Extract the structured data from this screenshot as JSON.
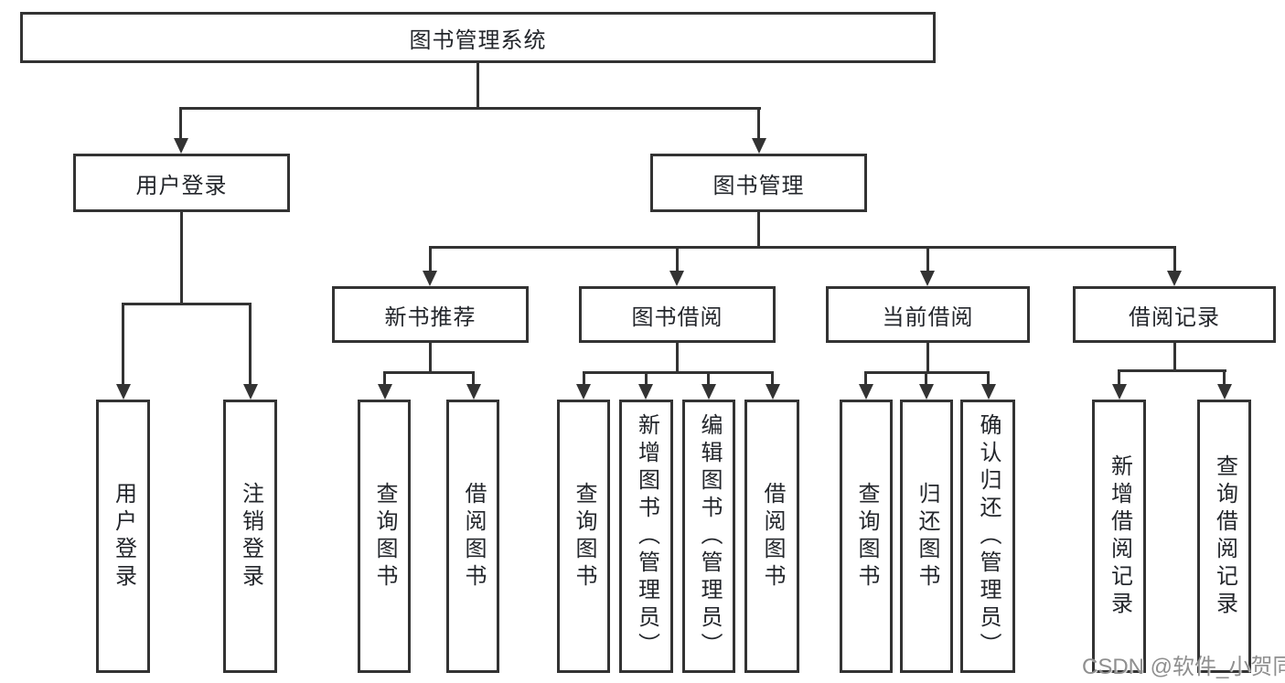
{
  "colors": {
    "line": "#333333",
    "text": "#23262b",
    "watermark": "#8f8f8f",
    "bg": "#ffffff"
  },
  "tree": {
    "label": "图书管理系统",
    "children": [
      {
        "label": "用户登录",
        "children": [
          {
            "label": "用户登录"
          },
          {
            "label": "注销登录"
          }
        ]
      },
      {
        "label": "图书管理",
        "children": [
          {
            "label": "新书推荐",
            "children": [
              {
                "label": "查询图书"
              },
              {
                "label": "借阅图书"
              }
            ]
          },
          {
            "label": "图书借阅",
            "children": [
              {
                "label": "查询图书"
              },
              {
                "label": "新增图书（管理员）"
              },
              {
                "label": "编辑图书（管理员）"
              },
              {
                "label": "借阅图书"
              }
            ]
          },
          {
            "label": "当前借阅",
            "children": [
              {
                "label": "查询图书"
              },
              {
                "label": "归还图书"
              },
              {
                "label": "确认归还（管理员）"
              }
            ]
          },
          {
            "label": "借阅记录",
            "children": [
              {
                "label": "新增借阅记录"
              },
              {
                "label": "查询借阅记录"
              }
            ]
          }
        ]
      }
    ]
  },
  "watermark": {
    "text": "CSDN @软件_小贺同学"
  }
}
